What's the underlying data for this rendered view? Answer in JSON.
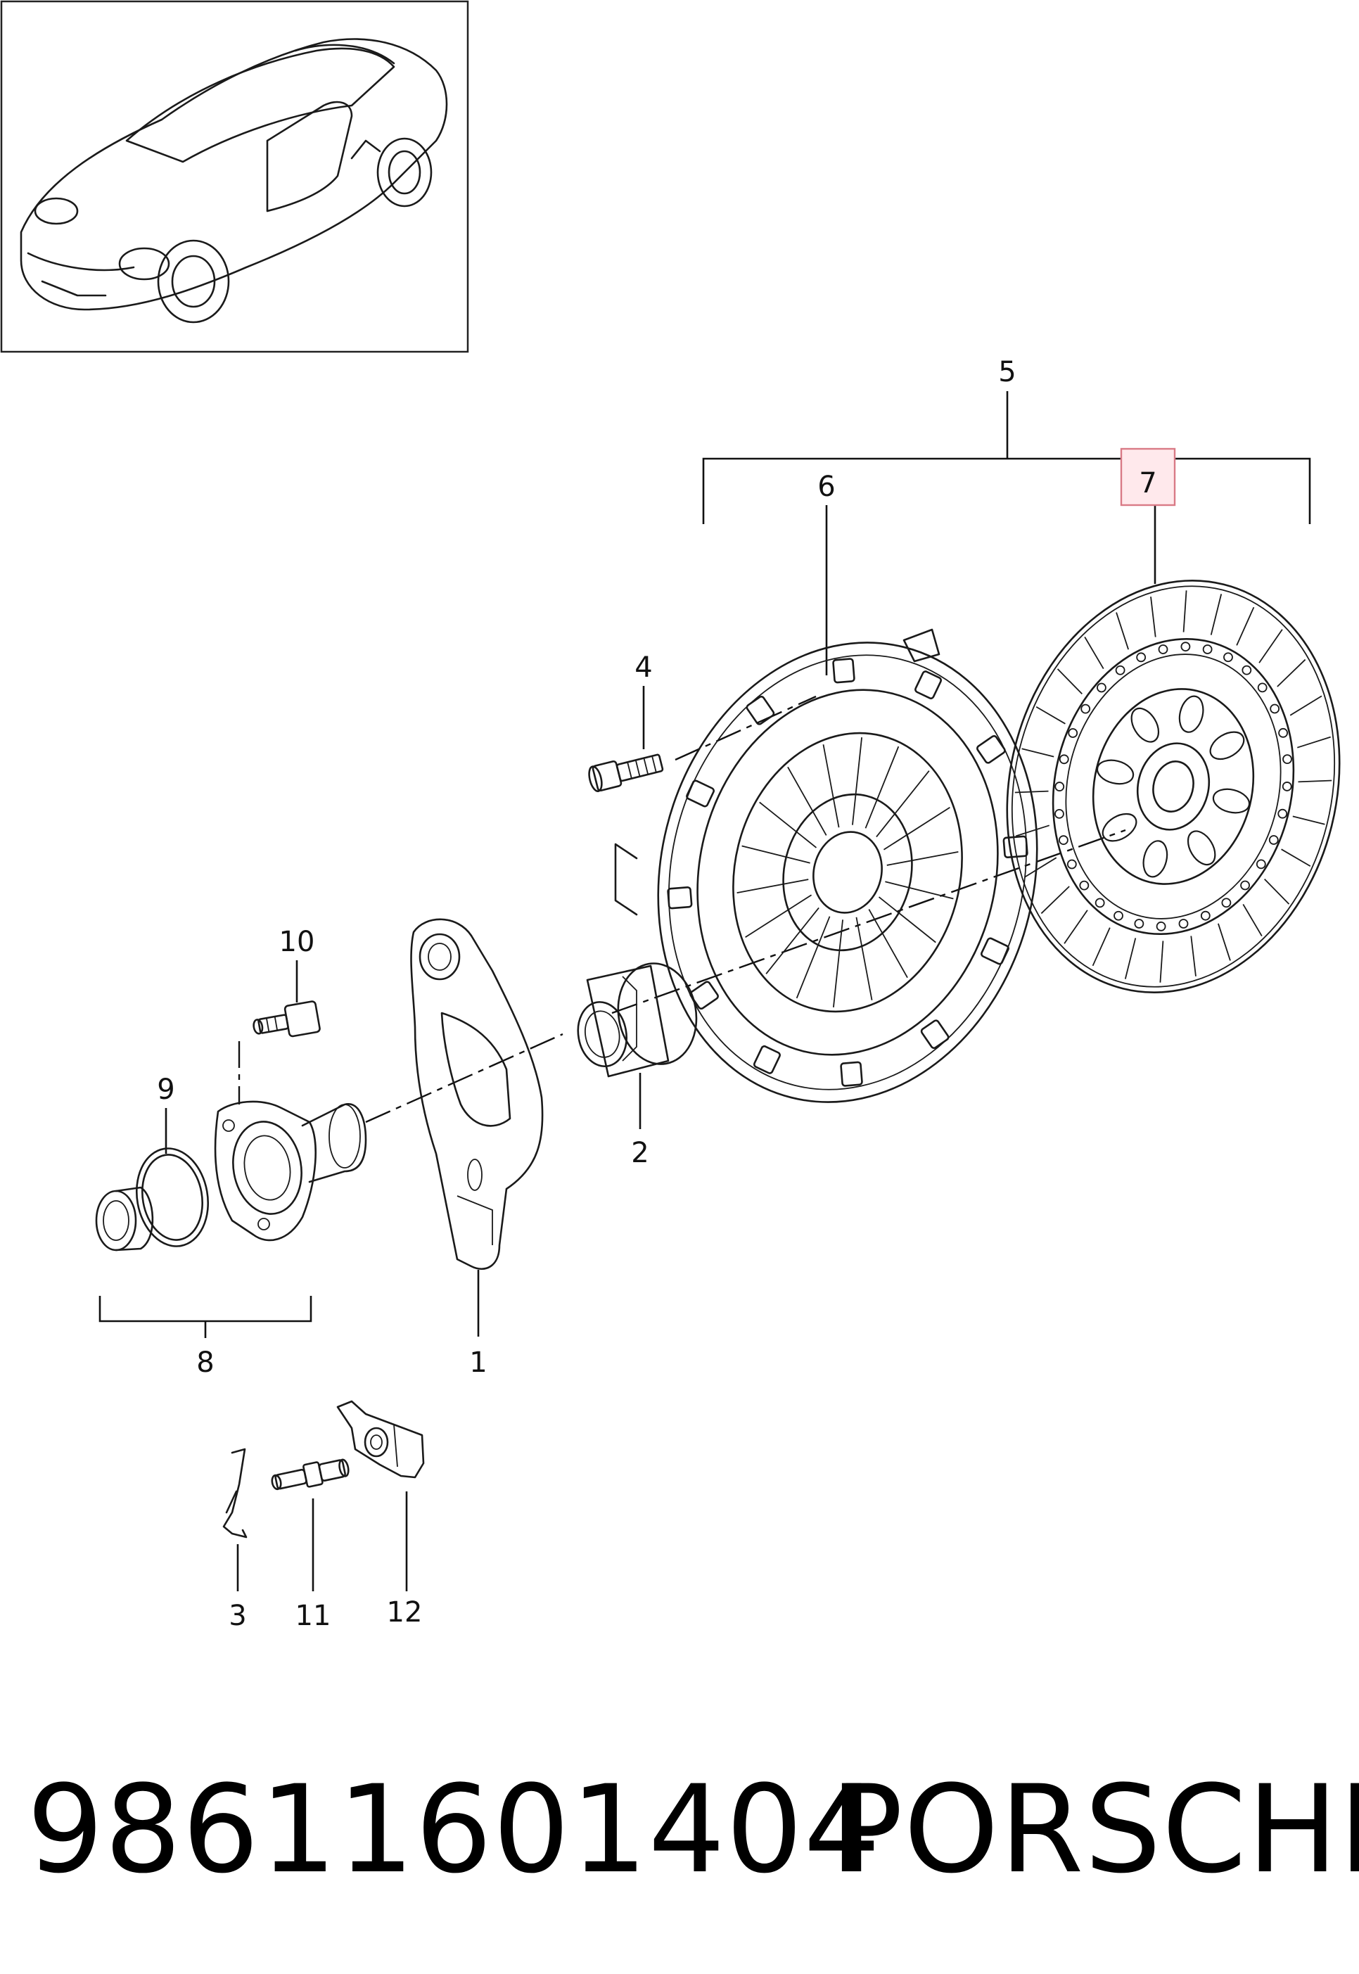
{
  "callouts": {
    "c1": "1",
    "c2": "2",
    "c3": "3",
    "c4": "4",
    "c5": "5",
    "c6": "6",
    "c7": "7",
    "c8": "8",
    "c9": "9",
    "c10": "10",
    "c11": "11",
    "c12": "12"
  },
  "highlighted_callout": "7",
  "highlight_color": "#ffe9ec",
  "highlight_border": "#d97a86",
  "footer": {
    "part_number": "98611601404",
    "brand": "PORSCHE"
  }
}
